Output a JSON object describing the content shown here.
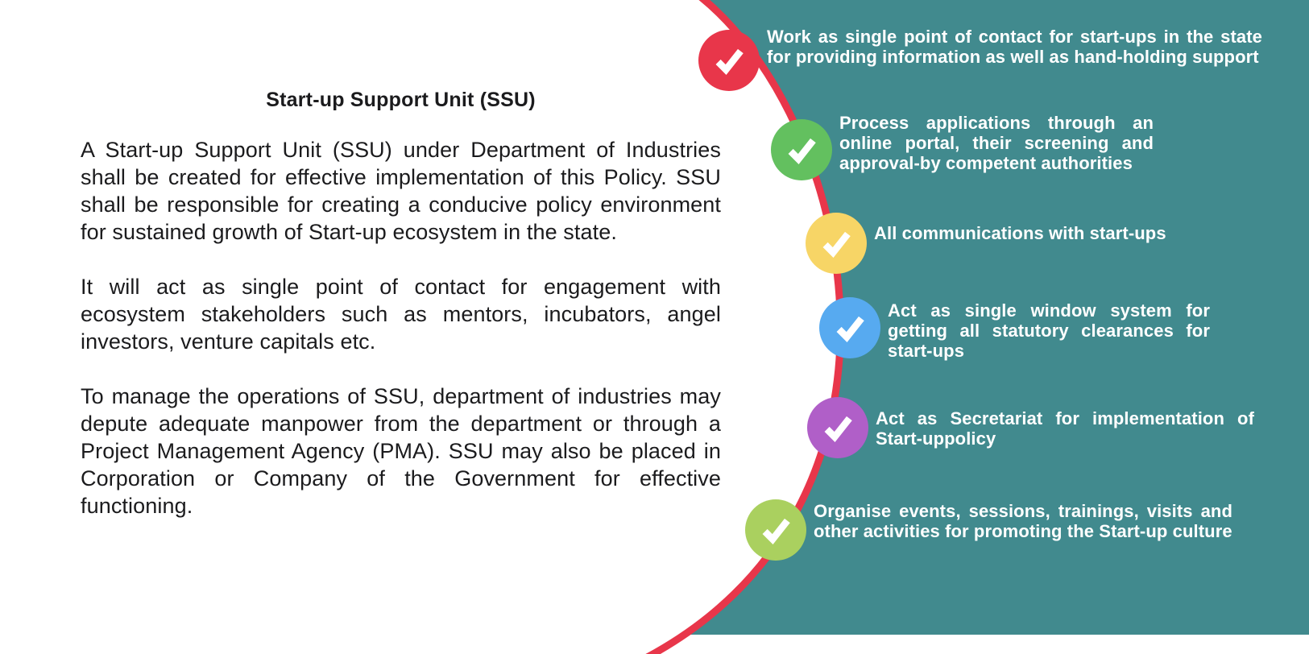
{
  "colors": {
    "background": "#ffffff",
    "teal_panel": "#418a8e",
    "curve_red": "#e8364a",
    "text_dark": "#1b1b1d",
    "text_light": "#ffffff"
  },
  "left_panel": {
    "title": "Start-up Support Unit (SSU)",
    "paragraphs": [
      "A Start-up Support Unit (SSU) under Department of Industries shall be created for effective implementation of this Policy. SSU shall be responsible for creating a conducive policy environment for sustained growth of Start-up ecosystem in the state.",
      "It will act as single point of contact for engagement with ecosystem stakeholders such as mentors, incubators, angel investors, venture capitals etc.",
      "To manage the operations of SSU, department of industries may depute adequate manpower from the department or through a Project Management Agency (PMA). SSU may also be placed in Corporation or Company of the Government for effective functioning."
    ]
  },
  "checklist": [
    {
      "icon": "check-icon",
      "color": "#e8364a",
      "text": "Work as single point of contact for start-ups in the state for providing information as well as hand-holding support"
    },
    {
      "icon": "check-icon",
      "color": "#63c05f",
      "text": "Process applications through an online portal, their screening and approval-by competent authorities"
    },
    {
      "icon": "check-icon",
      "color": "#f7d566",
      "text": "All communications with start-ups"
    },
    {
      "icon": "check-icon",
      "color": "#57aaf0",
      "text": "Act as single window system for getting all statutory clearances for start-ups"
    },
    {
      "icon": "check-icon",
      "color": "#b05fc8",
      "text": "Act as Secretariat for implementation of Start-uppolicy"
    },
    {
      "icon": "check-icon",
      "color": "#aad05f",
      "text": "Organise events, sessions, trainings, visits and other activities for promoting the Start-up culture"
    }
  ]
}
